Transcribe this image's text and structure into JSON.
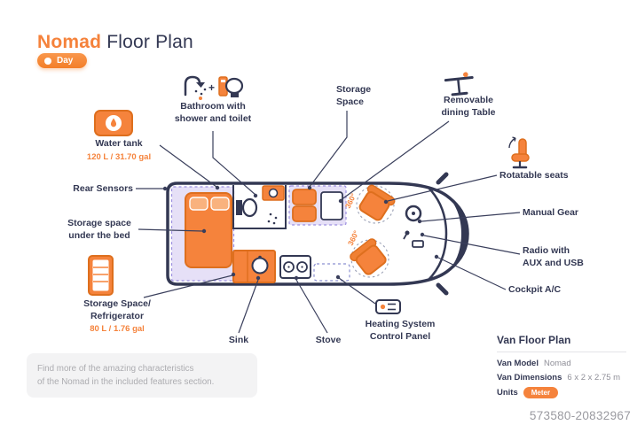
{
  "page": {
    "title_accent": "Nomad",
    "title_rest": "Floor Plan",
    "mode_toggle_label": "Day",
    "watermark_id": "573580-20832967"
  },
  "callouts": {
    "bathroom": {
      "line1": "Bathroom with",
      "line2": "shower and toilet",
      "plus": "+"
    },
    "storage_space": {
      "line1": "Storage",
      "line2": "Space"
    },
    "dining_table": {
      "line1": "Removable",
      "line2": "dining Table"
    },
    "water_tank": {
      "title": "Water tank",
      "capacity": "120 L / 31.70 gal"
    },
    "rear_sensors": {
      "title": "Rear Sensors"
    },
    "storage_under_bed": {
      "line1": "Storage space",
      "line2": "under the bed"
    },
    "refrigerator": {
      "line1": "Storage Space/",
      "line2": "Refrigerator",
      "capacity": "80 L / 1.76 gal"
    },
    "sink": {
      "title": "Sink"
    },
    "stove": {
      "title": "Stove"
    },
    "heating": {
      "line1": "Heating System",
      "line2": "Control Panel"
    },
    "rotatable_seats": {
      "title": "Rotatable seats"
    },
    "manual_gear": {
      "title": "Manual Gear"
    },
    "radio": {
      "line1": "Radio with",
      "line2": "AUX and USB"
    },
    "cockpit_ac": {
      "title": "Cockpit A/C"
    }
  },
  "diagram": {
    "rotation_label": "360°"
  },
  "info_panel": {
    "title": "Van Floor Plan",
    "rows": [
      {
        "label": "Van Model",
        "value": "Nomad"
      },
      {
        "label": "Van Dimensions",
        "value": "6 x 2 x 2.75 m"
      },
      {
        "label": "Units",
        "value": "Meter"
      }
    ]
  },
  "note": {
    "line1": "Find more of the amazing characteristics",
    "line2": "of the Nomad in the included features section."
  },
  "colors": {
    "accent_orange": "#F5833C",
    "navy": "#333853",
    "lavender": "#D9CFF2",
    "purple_dash": "#9C8FE0"
  }
}
